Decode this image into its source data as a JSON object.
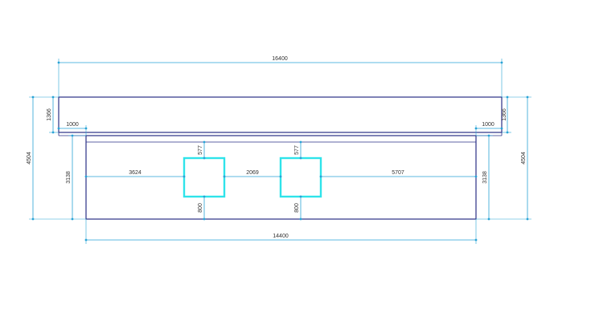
{
  "colors": {
    "dimension": "#29a3d6",
    "outline": "#2a2f86",
    "opening": "#2fe3ea",
    "text": "#333333"
  },
  "dimensions": {
    "overall_top": "16400",
    "overall_bottom": "14400",
    "left_height_total": "4504",
    "right_height_total": "4504",
    "left_slab": "1366",
    "right_slab": "1366",
    "left_overhang": "1000",
    "right_overhang": "1000",
    "left_wall": "3138",
    "right_wall": "3138",
    "left_to_opening1": "3624",
    "between_openings": "2069",
    "opening2_to_right": "5707",
    "opening1_top": "577",
    "opening1_bottom": "800",
    "opening2_top": "577",
    "opening2_bottom": "800"
  }
}
